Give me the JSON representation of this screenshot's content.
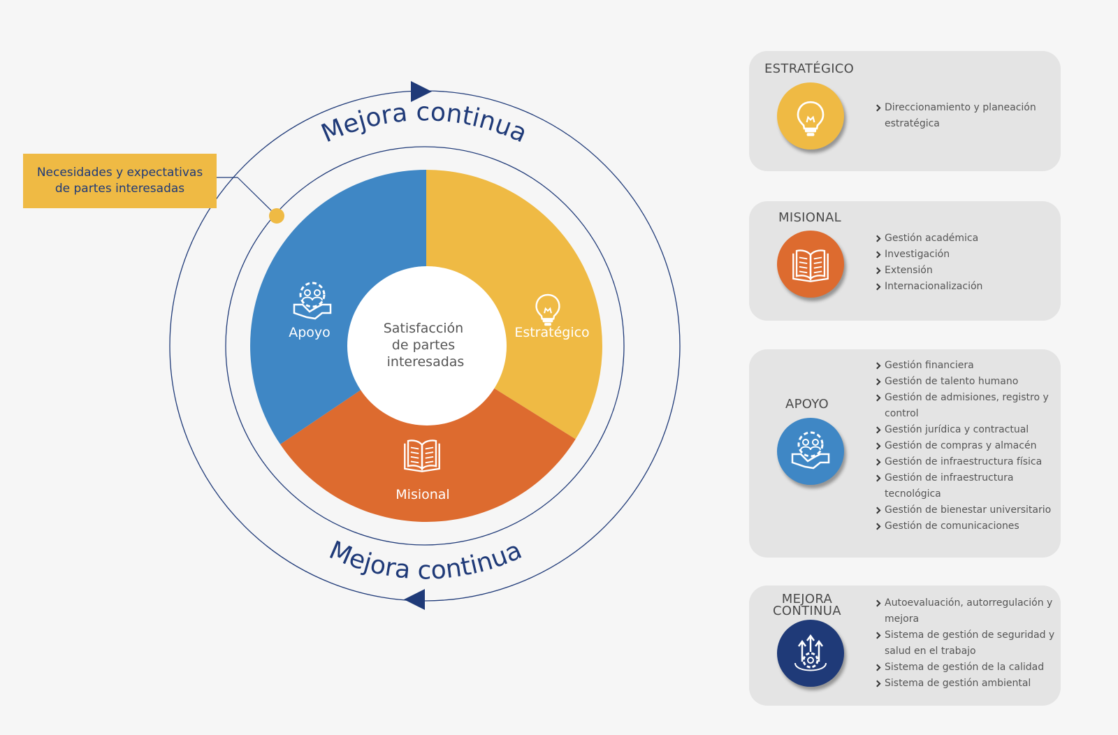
{
  "diagram": {
    "ring_top_label": "Mejora continua",
    "ring_bottom_label": "Mejora continua",
    "center_label_lines": [
      "Satisfacción",
      "de partes",
      "interesadas"
    ],
    "segments": [
      {
        "label": "Estratégico",
        "color": "#efba44",
        "icon": "lightbulb-icon"
      },
      {
        "label": "Misional",
        "color": "#dd6b2f",
        "icon": "open-book-icon"
      },
      {
        "label": "Apoyo",
        "color": "#3f87c5",
        "icon": "gear-people-handshake-icon"
      }
    ],
    "callout_lines": [
      "Necesidades y expectativas",
      "de partes interesadas"
    ],
    "colors": {
      "ring": "#1f3a78",
      "callout": "#efba44",
      "callout_dot": "#efba44"
    }
  },
  "cards": [
    {
      "title_lines": [
        "ESTRATÉGICO"
      ],
      "color": "#efba44",
      "icon": "lightbulb-icon",
      "items": [
        "Direccionamiento y planeación estratégica"
      ]
    },
    {
      "title_lines": [
        "MISIONAL"
      ],
      "color": "#dd6b2f",
      "icon": "open-book-icon",
      "items": [
        "Gestión académica",
        "Investigación",
        "Extensión",
        "Internacionalización"
      ]
    },
    {
      "title_lines": [
        "APOYO"
      ],
      "color": "#3f87c5",
      "icon": "gear-people-handshake-icon",
      "items": [
        "Gestión financiera",
        "Gestión de talento humano",
        "Gestión de admisiones, registro y control",
        "Gestión jurídica y contractual",
        "Gestión de compras y almacén",
        "Gestión de infraestructura física",
        "Gestión de infraestructura tecnológica",
        "Gestión de bienestar universitario",
        "Gestión de comunicaciones"
      ]
    },
    {
      "title_lines": [
        "MEJORA",
        "CONTINUA"
      ],
      "color": "#1f3a78",
      "icon": "gear-arrows-up-icon",
      "items": [
        "Autoevaluación, autorregulación y mejora",
        "Sistema de gestión de seguridad y salud en el trabajo",
        "Sistema de gestión de la calidad",
        "Sistema de gestión ambiental"
      ]
    }
  ]
}
